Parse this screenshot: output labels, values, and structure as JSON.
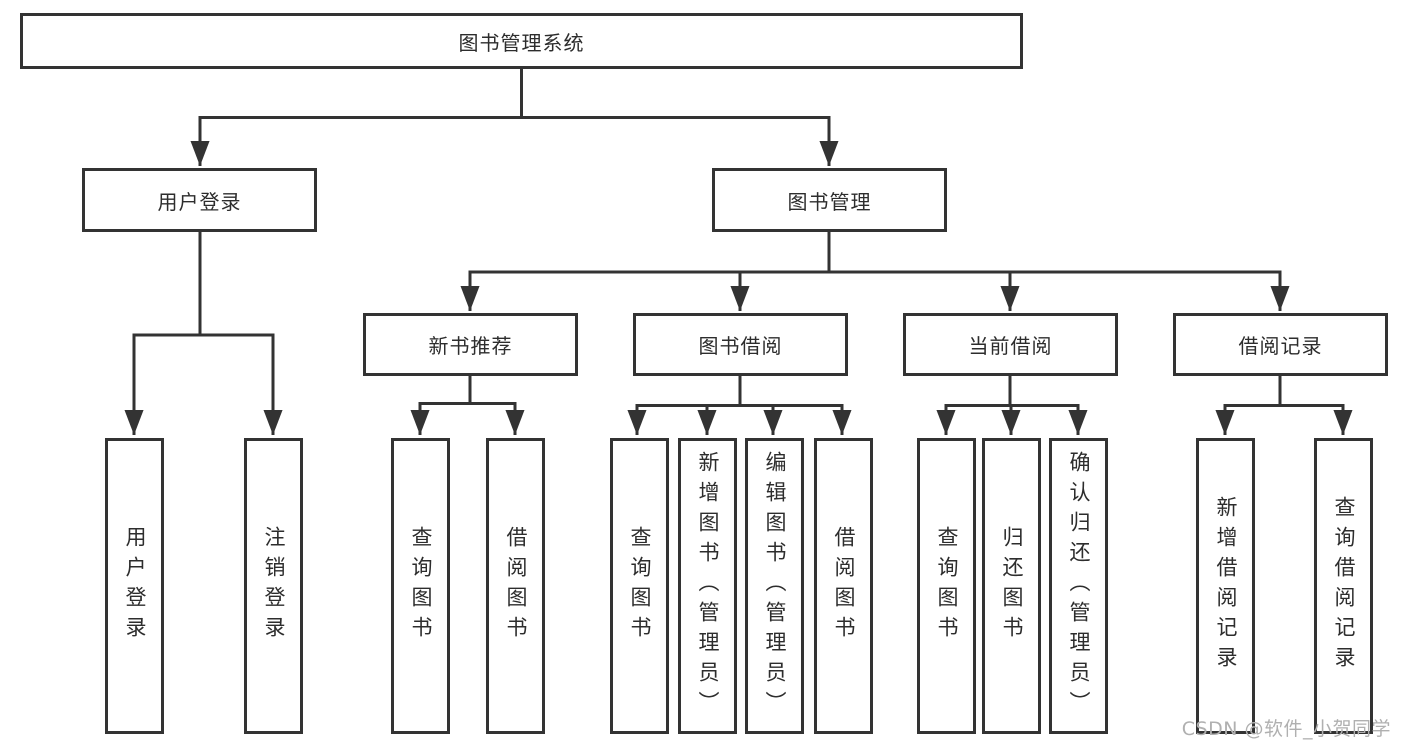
{
  "root": {
    "label": "图书管理系统"
  },
  "level2": {
    "user_login": {
      "label": "用户登录"
    },
    "book_mgmt": {
      "label": "图书管理"
    }
  },
  "level3": {
    "new_book": {
      "label": "新书推荐"
    },
    "book_borrow": {
      "label": "图书借阅"
    },
    "current_borrow": {
      "label": "当前借阅"
    },
    "borrow_record": {
      "label": "借阅记录"
    }
  },
  "leaves": {
    "user_login": [
      "用户登录",
      "注销登录"
    ],
    "new_book": [
      "查询图书",
      "借阅图书"
    ],
    "book_borrow": [
      "查询图书",
      "新增图书（管理员）",
      "编辑图书（管理员）",
      "借阅图书"
    ],
    "current_borrow": [
      "查询图书",
      "归还图书",
      "确认归还（管理员）"
    ],
    "borrow_record": [
      "新增借阅记录",
      "查询借阅记录"
    ]
  },
  "watermark": {
    "text": "CSDN @软件_小贺同学"
  },
  "colors": {
    "line": "#333333",
    "text": "#2d2d2d",
    "box_fill": "#ffffff",
    "watermark": "#b0b0b0",
    "background": "#ffffff"
  }
}
